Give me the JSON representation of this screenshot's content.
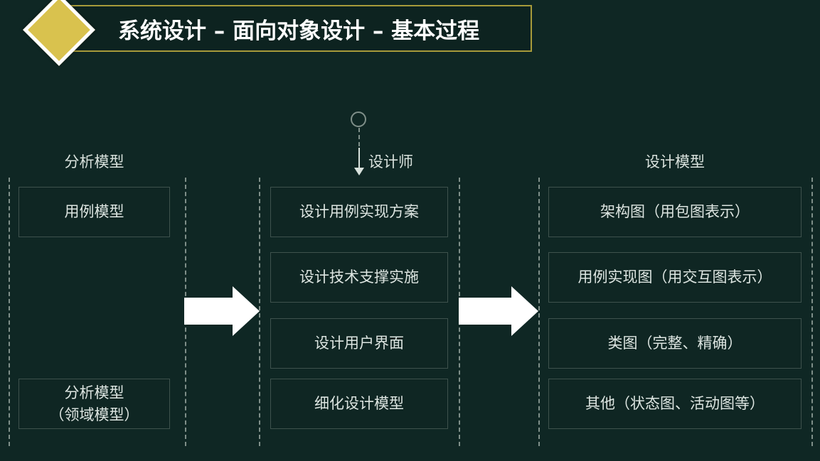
{
  "title": "系统设计 – 面向对象设计 – 基本过程",
  "columns": {
    "analysis": {
      "heading": "分析模型",
      "boxes": [
        "用例模型",
        "分析模型\n（领域模型）"
      ]
    },
    "process": {
      "actor": "设计师",
      "boxes": [
        "设计用例实现方案",
        "设计技术支撑实施",
        "设计用户界面",
        "细化设计模型"
      ]
    },
    "design": {
      "heading": "设计模型",
      "boxes": [
        "架构图（用包图表示）",
        "用例实现图（用交互图表示）",
        "类图（完整、精确）",
        "其他（状态图、活动图等）"
      ]
    }
  },
  "colors": {
    "background": "#0f2724",
    "title_accent": "#d9c24e",
    "arrow": "#ffffff"
  }
}
